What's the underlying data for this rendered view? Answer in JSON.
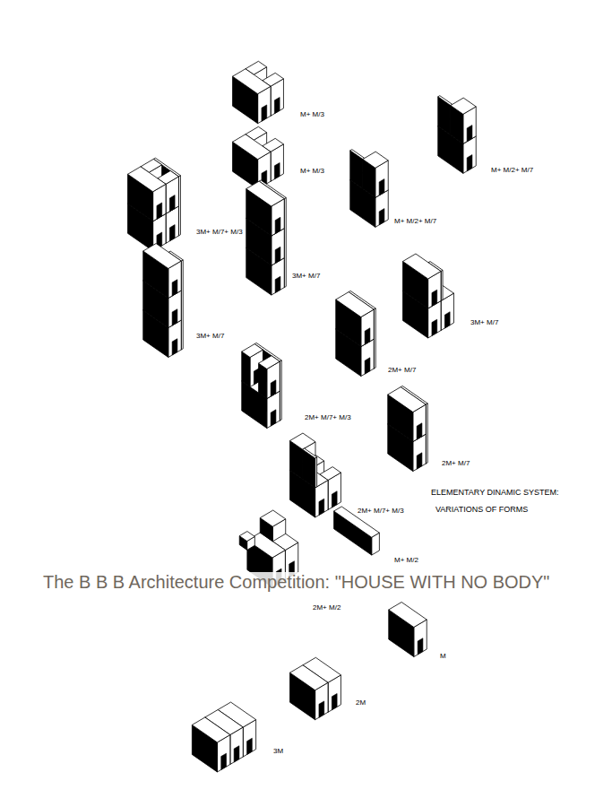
{
  "diagram": {
    "title": "The B B B  Architecture Competition: \"HOUSE WITH NO BODY\"",
    "labels": [
      "M+ M/3",
      "M+ M/3",
      "M+ M/2+ M/7",
      "M+ M/2+ M/7",
      "3M+ M/7+ M/3",
      "3M+ M/7",
      "3M+ M/7",
      "3M+ M/7",
      "2M+ M/7",
      "2M+ M/7+ M/3",
      "2M+ M/7",
      "ELEMENTARY DINAMIC SYSTEM:",
      "VARIATIONS OF FORMS",
      "2M+ M/7+ M/3",
      "M+ M/2",
      "2M+ M/2",
      "M",
      "2M",
      "3M"
    ]
  }
}
